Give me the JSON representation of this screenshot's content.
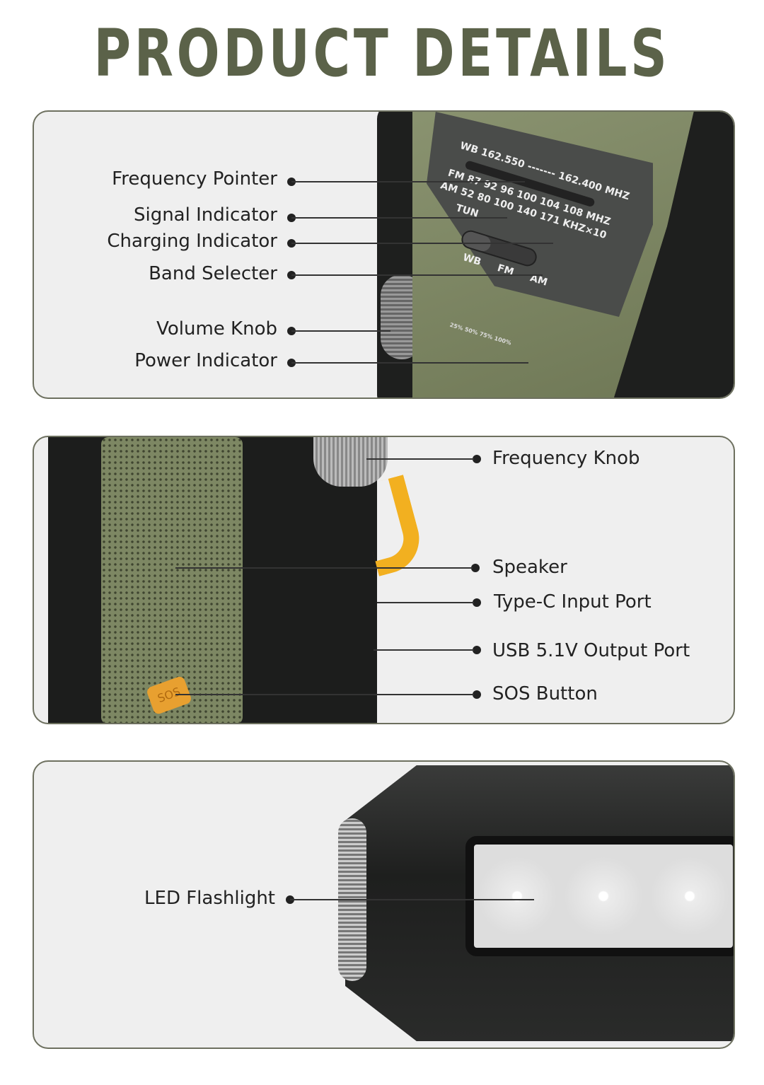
{
  "title": "PRODUCT DETAILS",
  "colors": {
    "title": "#5b6249",
    "panel_border": "#6d705f",
    "panel_bg": "#efefef",
    "body_olive": "#7c8561",
    "knob_yellow": "#f2b020",
    "sos_orange": "#e8a030"
  },
  "panel1": {
    "labels": [
      "Frequency Pointer",
      "Signal Indicator",
      "Charging Indicator",
      "Band Selecter",
      "Volume Knob",
      "Power Indicator"
    ],
    "dial": {
      "wb": "WB 162.550 ------- 162.400 MHZ",
      "fm": "FM 87 92 96 100 104 108 MHZ",
      "am": "AM 52 80 100 140 171 KHZ×10",
      "tun": "TUN",
      "bands": [
        "WB",
        "FM",
        "AM"
      ],
      "power": "25% 50% 75% 100%"
    }
  },
  "panel2": {
    "labels": [
      "Frequency Knob",
      "Speaker",
      "Type-C Input Port",
      "USB 5.1V Output Port",
      "SOS Button"
    ],
    "sos": "SOS"
  },
  "panel3": {
    "labels": [
      "LED Flashlight"
    ]
  }
}
